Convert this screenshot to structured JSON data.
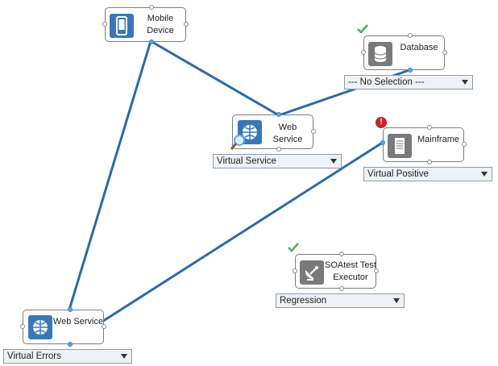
{
  "nodes": {
    "mobile_device": {
      "label": "Mobile\nDevice",
      "icon": "mobile-phone-icon"
    },
    "database": {
      "label": "Database",
      "icon": "database-icon",
      "status": "check-icon"
    },
    "web_service_center": {
      "label": "Web Service",
      "icon": "globe-icon",
      "badge": "magnifier-icon"
    },
    "mainframe": {
      "label": "Mainframe",
      "icon": "server-icon",
      "status": "error-icon",
      "status_text": "!"
    },
    "soatest_executor": {
      "label": "SOAtest Test\nExecutor",
      "icon": "satellite-dish-icon",
      "status": "check-icon"
    },
    "web_service_left": {
      "label": "Web Service",
      "icon": "globe-icon"
    }
  },
  "dropdowns": {
    "database": "--- No Selection ---",
    "web_service_center": "Virtual Service",
    "mainframe": "Virtual Positive",
    "soatest_executor": "Regression",
    "web_service_left": "Virtual Errors"
  },
  "colors": {
    "link": "#2c6aa6",
    "icon_blue": "#3a78b5",
    "icon_gray": "#7a7a7a",
    "check": "#4caf50",
    "error": "#c62828"
  }
}
